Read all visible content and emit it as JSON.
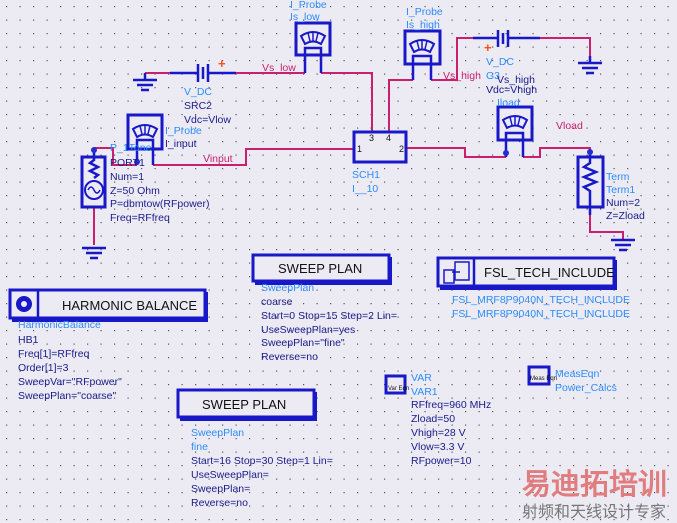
{
  "probe_is_low": {
    "type": "I_Probe",
    "name": "Is_low"
  },
  "src2": {
    "type": "V_DC",
    "name": "SRC2",
    "param": "Vdc=Vlow"
  },
  "probe_is_high": {
    "type": "I_Probe",
    "name": "Is_high"
  },
  "src3": {
    "type": "V_DC",
    "name": "G3",
    "param": "Vdc=Vhigh",
    "overlap": "Vs_high"
  },
  "probe_iload": {
    "type": "I_Probe",
    "name": "Iload"
  },
  "probe_input": {
    "type": "I_Probe",
    "name": "I_input"
  },
  "sch1": {
    "name": "SCH1",
    "model": "I__10",
    "pins": [
      "1",
      "2",
      "3",
      "4"
    ]
  },
  "port1": {
    "type": "P_1Tone",
    "name": "PORT1",
    "params": [
      "Num=1",
      "Z=50 Ohm",
      "P=dbmtow(RFpower)",
      "Freq=RFfreq"
    ]
  },
  "term1": {
    "type": "Term",
    "name": "Term1",
    "params": [
      "Num=2",
      "Z=Zload"
    ]
  },
  "nets": {
    "vs_low": "Vs_low",
    "vs_high": "Vs_high",
    "vinput": "Vinput",
    "vload": "Vload"
  },
  "hb": {
    "title": "HARMONIC BALANCE",
    "type": "HarmonicBalance",
    "name": "HB1",
    "params": [
      "Freq[1]=RFfreq",
      "Order[1]=3",
      "SweepVar=\"RFpower\"",
      "SweepPlan=\"coarse\""
    ]
  },
  "sweep1": {
    "title": "SWEEP PLAN",
    "type": "SweepPlan",
    "name": "coarse",
    "params": [
      "Start=0 Stop=15 Step=2 Lin=",
      "UseSweepPlan=yes",
      "SweepPlan=\"fine\"",
      "Reverse=no"
    ]
  },
  "sweep2": {
    "title": "SWEEP PLAN",
    "type": "SweepPlan",
    "name": "fine",
    "params": [
      "Start=16 Stop=30 Step=1 Lin=",
      "UseSweepPlan=",
      "SweepPlan=",
      "Reverse=no"
    ]
  },
  "tech": {
    "title": "FSL_TECH_INCLUDE",
    "lines": [
      "FSL_MRF8P9040N_TECH_INCLUDE",
      "FSL_MRF8P9040N_TECH_INCLUDE"
    ]
  },
  "var": {
    "icon_label": "Var Eqn",
    "type": "VAR",
    "name": "VAR1",
    "params": [
      "RFfreq=960 MHz",
      "Zload=50",
      "Vhigh=28 V",
      "Vlow=3.3 V",
      "RFpower=10"
    ]
  },
  "meas": {
    "icon_label": "Meas Eqn",
    "type": "MeasEqn",
    "name": "Power_Calcs"
  },
  "watermark": {
    "main": "易迪拓培训",
    "sub": "射频和天线设计专家"
  },
  "colors": {
    "wire": "#c8206e",
    "component": "#1818c8",
    "label": "#2a8cff",
    "background": "#ecebf3"
  }
}
